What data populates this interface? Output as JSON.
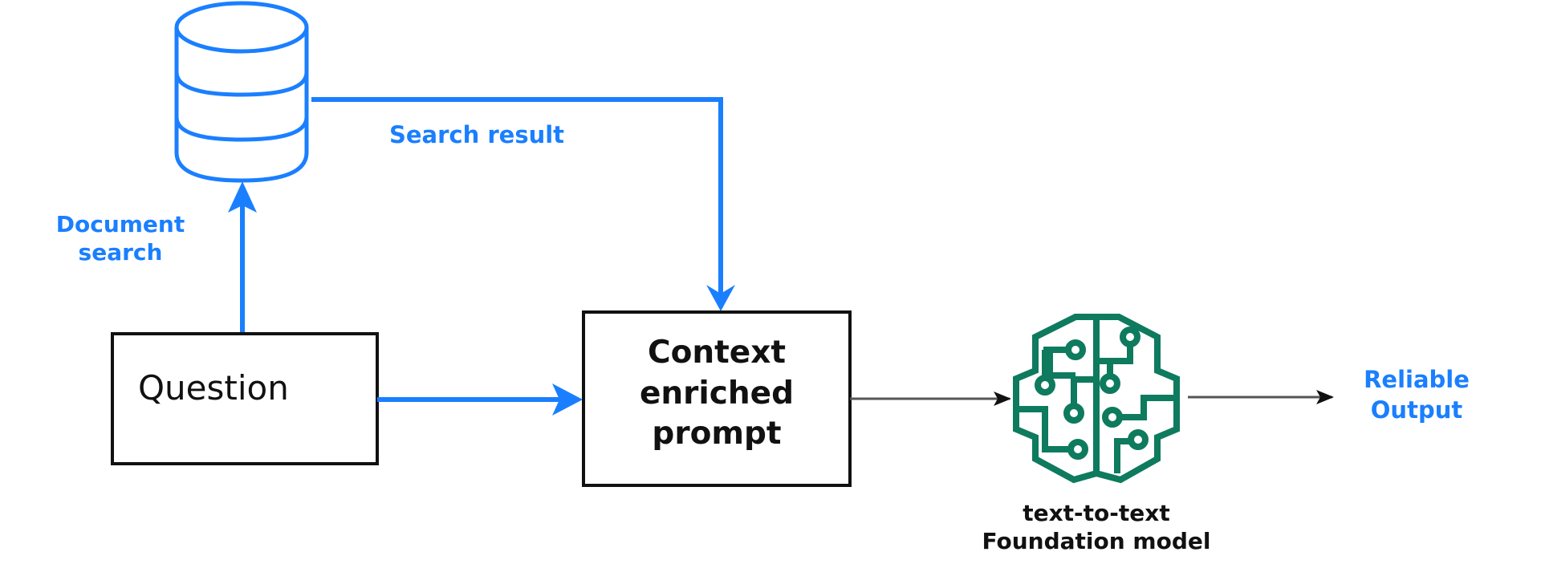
{
  "diagram": {
    "title": "Retrieval augmented generation flow",
    "colors": {
      "accent_blue": "#1a7fff",
      "box_stroke": "#111111",
      "model_green": "#0e7a5e",
      "connector_gray": "#555555"
    },
    "nodes": {
      "database": {
        "icon": "database-icon"
      },
      "question": {
        "label": "Question"
      },
      "context": {
        "line1": "Context",
        "line2": "enriched",
        "line3": "prompt"
      },
      "model": {
        "icon": "brain-circuit-icon",
        "line1": "text-to-text",
        "line2": "Foundation model"
      },
      "output": {
        "line1": "Reliable",
        "line2": "Output"
      }
    },
    "edges": {
      "document_search": {
        "line1": "Document",
        "line2": "search",
        "from": "question",
        "to": "database"
      },
      "search_result": {
        "label": "Search result",
        "from": "database",
        "to": "context"
      },
      "question_to_context": {
        "from": "question",
        "to": "context"
      },
      "context_to_model": {
        "from": "context",
        "to": "model"
      },
      "model_to_output": {
        "from": "model",
        "to": "output"
      }
    }
  }
}
